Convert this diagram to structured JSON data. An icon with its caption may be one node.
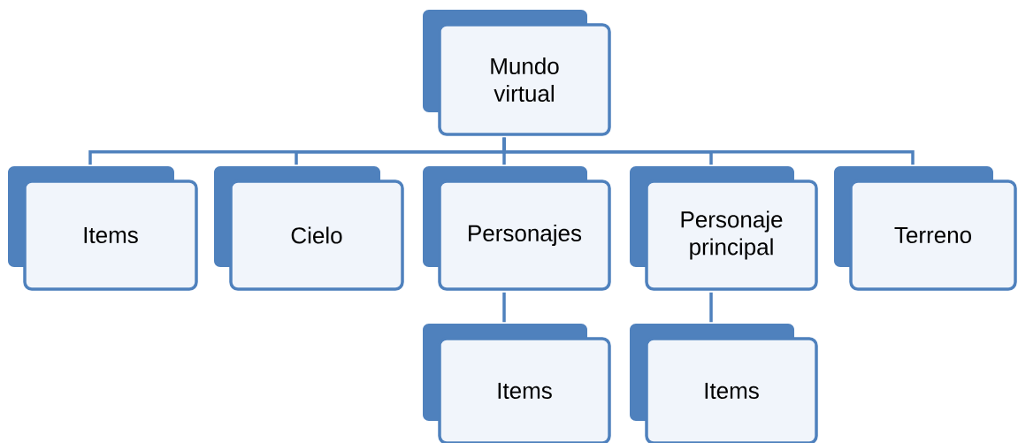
{
  "diagram": {
    "nodes": [
      {
        "text": [
          "Mundo virtual"
        ]
      },
      {
        "text": [
          "Items"
        ]
      },
      {
        "text": [
          "Cielo"
        ]
      },
      {
        "text": [
          "Personajes"
        ]
      },
      {
        "text": [
          "Personaje principal"
        ]
      },
      {
        "text": [
          "Terreno"
        ]
      },
      {
        "text": [
          "Items"
        ]
      },
      {
        "text": [
          "Items"
        ]
      }
    ],
    "edges": [
      {
        "from": 0,
        "to": 1,
        "arrow": "none"
      },
      {
        "from": 0,
        "to": 2,
        "arrow": "none"
      },
      {
        "from": 0,
        "to": 3,
        "arrow": "none"
      },
      {
        "from": 0,
        "to": 4,
        "arrow": "none"
      },
      {
        "from": 0,
        "to": 5,
        "arrow": "none"
      },
      {
        "from": 3,
        "to": 6,
        "arrow": "none"
      },
      {
        "from": 4,
        "to": 7,
        "arrow": "none"
      }
    ]
  }
}
